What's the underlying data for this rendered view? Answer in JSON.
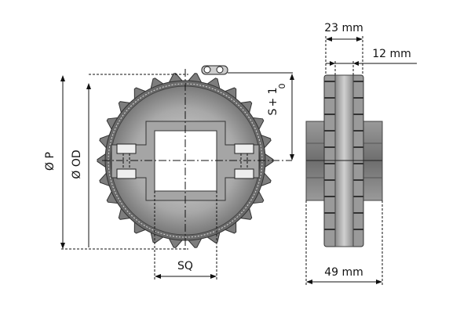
{
  "labels": {
    "pitch_diameter": "Ø P",
    "outer_diameter": "Ø OD",
    "square_bore": "SQ",
    "s_dimension": "S",
    "s_tolerance_plus": "+ 1",
    "s_tolerance_minus": "0",
    "width_23": "23 mm",
    "width_12": "12 mm",
    "width_49": "49 mm"
  },
  "colors": {
    "body": "#8a8a8a",
    "dark": "#555555",
    "light": "#c8c8c8"
  }
}
